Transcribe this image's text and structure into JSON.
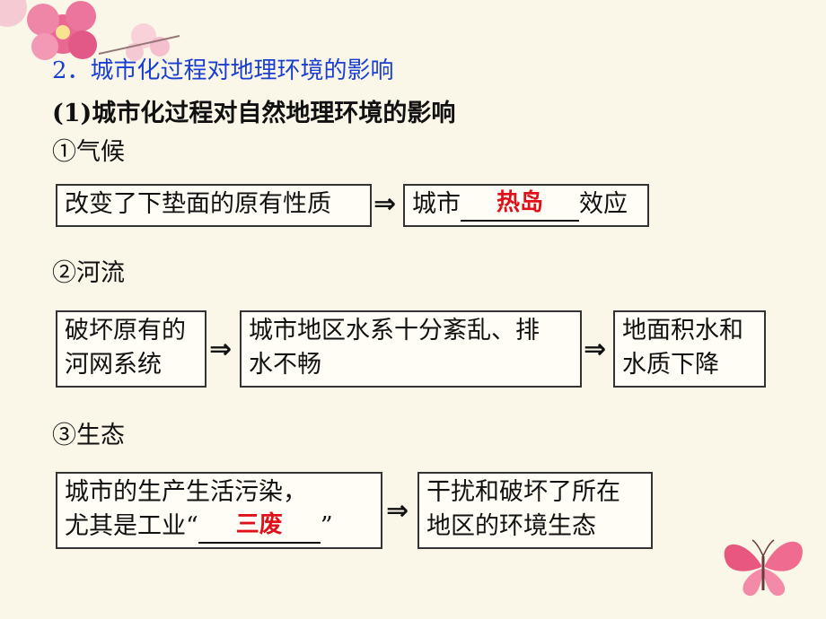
{
  "heading": "2．城市化过程对地理环境的影响",
  "sub_heading": "(1)城市化过程对自然地理环境的影响",
  "climate": {
    "label": "①气候",
    "box1": "改变了下垫面的原有性质",
    "box2_pre": "城市",
    "box2_answer": "热岛",
    "box2_post": "效应"
  },
  "river": {
    "label": "②河流",
    "box1_l1": "破坏原有的",
    "box1_l2": "河网系统",
    "box2_l1": "城市地区水系十分紊乱、排",
    "box2_l2": "水不畅",
    "box3_l1": "地面积水和",
    "box3_l2": "水质下降"
  },
  "ecology": {
    "label": "③生态",
    "box1_l1": "城市的生产生活污染，",
    "box1_l2_pre": "尤其是工业“",
    "box1_answer": "三废",
    "box1_l2_post": "”",
    "box2_l1": "干扰和破坏了所在",
    "box2_l2": "地区的环境生态"
  },
  "arrow_symbol": "⇒",
  "colors": {
    "heading": "#1a3fd0",
    "answer": "#e0101a",
    "background": "#faf6e8"
  },
  "decorations": [
    "pink-flower-icon",
    "butterfly-icon"
  ]
}
